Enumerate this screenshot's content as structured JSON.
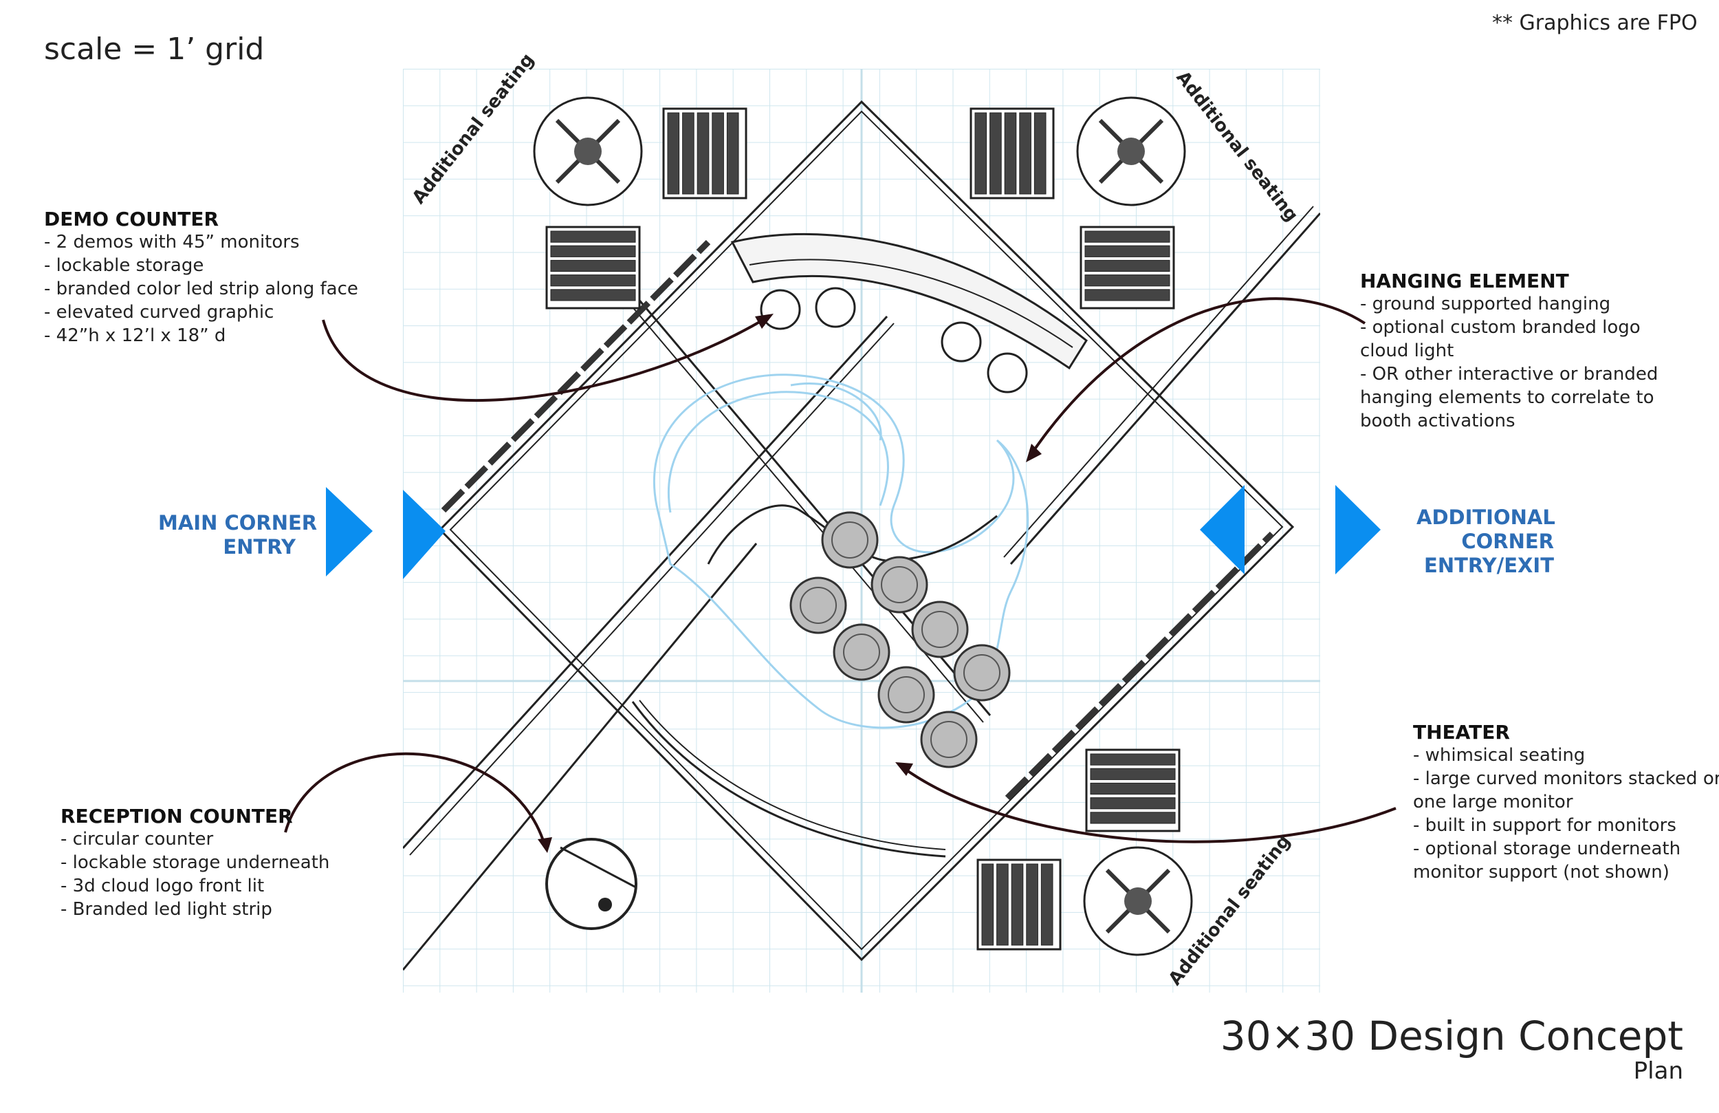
{
  "header": {
    "scale": "scale = 1’ grid",
    "fpo_note": "** Graphics are FPO"
  },
  "footer": {
    "title": "30×30 Design Concept",
    "subtitle": "Plan"
  },
  "floorplan": {
    "seating_label": "Additional seating",
    "grid_color": "#cfe6ee",
    "accent_color": "#0a8ef0",
    "theater_stage_color": "#9fd3ef"
  },
  "entries": {
    "main": [
      "MAIN CORNER",
      "ENTRY"
    ],
    "additional": [
      "ADDITIONAL",
      "CORNER",
      "ENTRY/EXIT"
    ]
  },
  "notes": {
    "demo_counter": {
      "title": "DEMO COUNTER",
      "lines": [
        "- 2 demos with 45” monitors",
        "- lockable storage",
        "- branded color led strip along face",
        "- elevated curved graphic",
        "- 42”h x 12’l x 18” d"
      ]
    },
    "hanging_element": {
      "title": "HANGING ELEMENT",
      "lines": [
        "- ground supported hanging",
        "- optional custom branded logo",
        "cloud light",
        "- OR other interactive or branded",
        "hanging elements to correlate to",
        "booth activations"
      ]
    },
    "reception_counter": {
      "title": "RECEPTION COUNTER",
      "lines": [
        "- circular counter",
        "- lockable storage underneath",
        "- 3d cloud logo front lit",
        "- Branded led light strip"
      ]
    },
    "theater": {
      "title": "THEATER",
      "lines": [
        "- whimsical seating",
        "- large curved monitors stacked or",
        "one large monitor",
        "- built in support for monitors",
        "- optional storage underneath",
        "monitor support (not shown)"
      ]
    }
  }
}
